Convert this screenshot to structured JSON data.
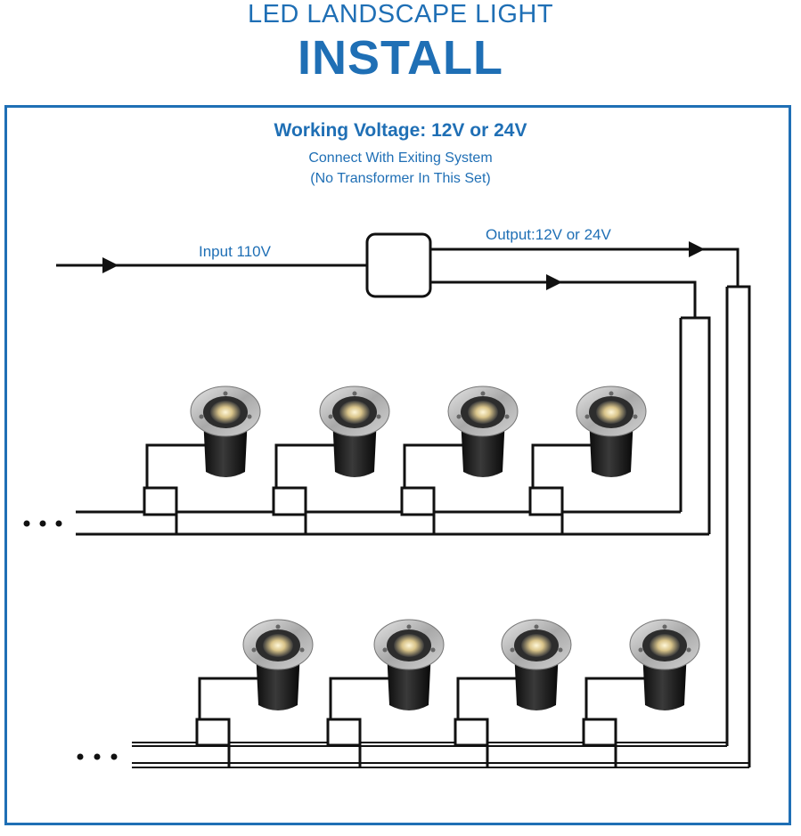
{
  "header": {
    "line1": "LED LANDSCAPE LIGHT",
    "line2": "INSTALL"
  },
  "info": {
    "voltage": "Working Voltage: 12V or 24V",
    "note1": "Connect With Exiting System",
    "note2": "(No Transformer In This Set)"
  },
  "labels": {
    "input": "Input 110V",
    "output": "Output:12V or 24V",
    "continuation": "• • •"
  },
  "colors": {
    "accent": "#1f6fb5",
    "wire": "#111111"
  },
  "rows": [
    {
      "name": "upper-row",
      "light_count": 4
    },
    {
      "name": "lower-row",
      "light_count": 4
    }
  ]
}
